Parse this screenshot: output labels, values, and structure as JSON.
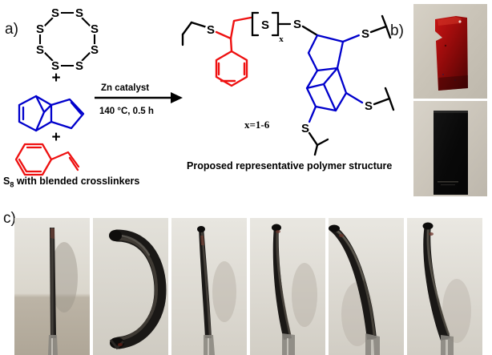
{
  "figure": {
    "panels": [
      {
        "id": "a",
        "label": "a)"
      },
      {
        "id": "b",
        "label": "b)"
      },
      {
        "id": "c",
        "label": "c)"
      }
    ]
  },
  "panel_a": {
    "label": "a)",
    "reaction": {
      "arrow_above": "Zn catalyst",
      "arrow_below": "140 °C, 0.5 h",
      "reagent_caption": "S8 with blended crosslinkers",
      "reagent_caption_prefix": "S",
      "reagent_caption_subscript": "8",
      "reagent_caption_suffix": " with blended crosslinkers",
      "plus_signs": [
        "+",
        "+"
      ]
    },
    "reactants": [
      {
        "name": "cyclo-octasulfur",
        "formula_label": "S8",
        "atom_label": "S",
        "atom_count": 8,
        "color": "#000000"
      },
      {
        "name": "dicyclopentadiene",
        "color": "#0000CC"
      },
      {
        "name": "styrene",
        "color": "#EE1111"
      }
    ],
    "product": {
      "repeat_unit_label": "S",
      "repeat_subscript": "x",
      "repeat_range": "x=1-6",
      "sulfur_atom_label": "S",
      "caption": "Proposed representative polymer structure",
      "styrene_segment_color": "#EE1111",
      "dcpd_segment_color": "#0000CC",
      "sulfur_bond_color": "#000000"
    }
  },
  "panel_b": {
    "label": "b)",
    "photos": [
      {
        "name": "red-translucent-polymer-slab",
        "description": "translucent red polymer slab",
        "color": "#9E0A0A",
        "background": "#CFC9BE"
      },
      {
        "name": "black-opaque-polymer-slab",
        "description": "opaque black polymer slab",
        "color": "#0D0D0D",
        "background": "#CFC9BE"
      }
    ]
  },
  "panel_c": {
    "label": "c)",
    "photos": [
      {
        "name": "shape-memory-frame-1",
        "description": "straight vertical polymer rod held in clamp",
        "bend": 0
      },
      {
        "name": "shape-memory-frame-2",
        "description": "polymer rod bent into U shape",
        "bend": 100
      },
      {
        "name": "shape-memory-frame-3",
        "description": "rod nearly straight at start of recovery",
        "bend": 6
      },
      {
        "name": "shape-memory-frame-4",
        "description": "rod slightly curved during recovery",
        "bend": 18
      },
      {
        "name": "shape-memory-frame-5",
        "description": "rod moderately curved during recovery",
        "bend": 42
      },
      {
        "name": "shape-memory-frame-6",
        "description": "rod strongly curved near recovered shape",
        "bend": 34
      }
    ]
  },
  "colors": {
    "sulfur_black": "#000000",
    "dcpd_blue": "#0000CC",
    "styrene_red": "#EE1111",
    "photo_red": "#9E0A0A",
    "photo_black": "#0D0D0D",
    "photo_background": "#CFC9BE"
  }
}
